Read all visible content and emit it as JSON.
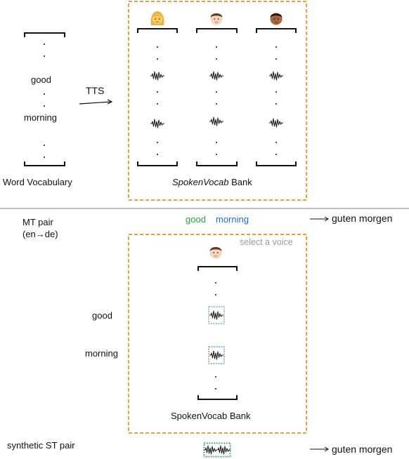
{
  "top": {
    "vocab_words": [
      "good",
      "morning"
    ],
    "vocab_caption": "Word Vocabulary",
    "tts_label": "TTS",
    "bank_caption_italic": "SpokenVocab",
    "bank_caption_rest": " Bank",
    "voices": [
      "voice-woman-blonde",
      "voice-man-light",
      "voice-man-dark"
    ]
  },
  "mt": {
    "label": "MT  pair",
    "sublabel": "(en→de)",
    "word1": "good",
    "word2": "morning",
    "arrow": "⟶",
    "target": "guten morgen",
    "word1_color": "#2e9e44",
    "word2_color": "#2a6db5"
  },
  "bottom": {
    "select_voice": "select a voice",
    "word1": "good",
    "word2": "morning",
    "bank_caption": "SpokenVocab Bank",
    "st_label": "synthetic ST pair",
    "arrow": "⟶",
    "target": "guten morgen"
  },
  "colors": {
    "dashed_box": "#f0a030",
    "divider": "#aaaaaa",
    "select_voice": "#9a9a9a"
  }
}
